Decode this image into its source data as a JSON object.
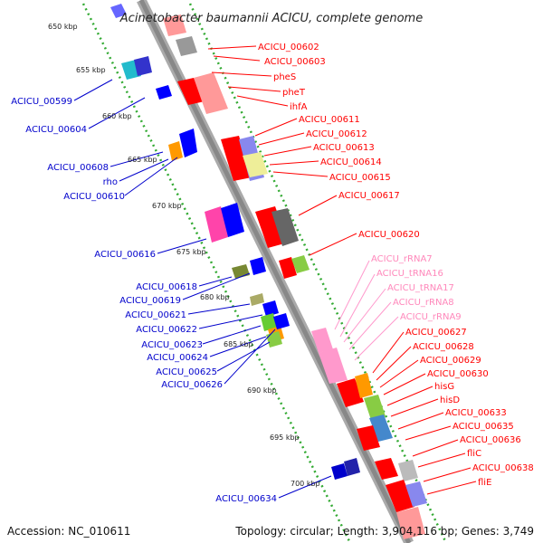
{
  "title": "Acinetobacter baumannii ACICU, complete genome",
  "footer": {
    "accession": "Accession: NC_010611",
    "summary": "Topology: circular; Length: 3,904,116 bp; Genes: 3,749"
  },
  "kbp_ticks": [
    "650 kbp",
    "655 kbp",
    "660 kbp",
    "665 kbp",
    "670 kbp",
    "675 kbp",
    "680 kbp",
    "685 kbp",
    "690 kbp",
    "695 kbp",
    "700 kbp"
  ],
  "colors": {
    "forward_cds": "#ff0000",
    "reverse_cds": "#0000cc",
    "rna": "#ff88bb",
    "backbone": "#999999",
    "ticks": "#33aa33"
  },
  "labels": {
    "forward": [
      "ACICU_00602",
      "ACICU_00603",
      "pheS",
      "pheT",
      "ihfA",
      "ACICU_00611",
      "ACICU_00612",
      "ACICU_00613",
      "ACICU_00614",
      "ACICU_00615",
      "ACICU_00617",
      "ACICU_00620",
      "ACICU_00627",
      "ACICU_00628",
      "ACICU_00629",
      "ACICU_00630",
      "hisG",
      "hisD",
      "ACICU_00633",
      "ACICU_00635",
      "ACICU_00636",
      "fliC",
      "ACICU_00638",
      "fliE"
    ],
    "rna": [
      "ACICU_rRNA7",
      "ACICU_tRNA16",
      "ACICU_tRNA17",
      "ACICU_rRNA8",
      "ACICU_rRNA9"
    ],
    "reverse": [
      "ACICU_00599",
      "ACICU_00604",
      "ACICU_00608",
      "rho",
      "ACICU_00610",
      "ACICU_00616",
      "ACICU_00618",
      "ACICU_00619",
      "ACICU_00621",
      "ACICU_00622",
      "ACICU_00623",
      "ACICU_00624",
      "ACICU_00625",
      "ACICU_00626",
      "ACICU_00634"
    ]
  }
}
